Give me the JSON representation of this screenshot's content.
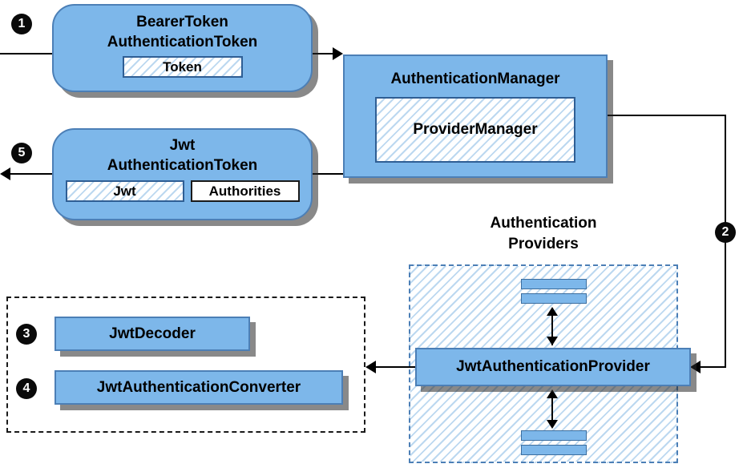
{
  "steps": [
    "1",
    "2",
    "3",
    "4",
    "5"
  ],
  "nodes": {
    "bearer": {
      "title1": "BearerToken",
      "title2": "AuthenticationToken",
      "token": "Token"
    },
    "manager": {
      "title": "AuthenticationManager",
      "inner": "ProviderManager"
    },
    "jwt": {
      "title1": "Jwt",
      "title2": "AuthenticationToken",
      "jwt": "Jwt",
      "authorities": "Authorities"
    },
    "providers_group": {
      "label_line1": "Authentication",
      "label_line2": "Providers"
    },
    "provider": {
      "label": "JwtAuthenticationProvider"
    },
    "decoder": {
      "label": "JwtDecoder"
    },
    "converter": {
      "label": "JwtAuthenticationConverter"
    }
  },
  "colors": {
    "node_fill": "#7db7ea",
    "node_border": "#4c7fb6",
    "hatch_line": "#bcd8f0",
    "dashed_blue_border": "#4c7fb6",
    "dashed_black_border": "#1a1a1a",
    "arrow": "#000000",
    "shadow": "rgba(40,40,40,0.55)",
    "text": "#000000",
    "background": "#ffffff"
  }
}
